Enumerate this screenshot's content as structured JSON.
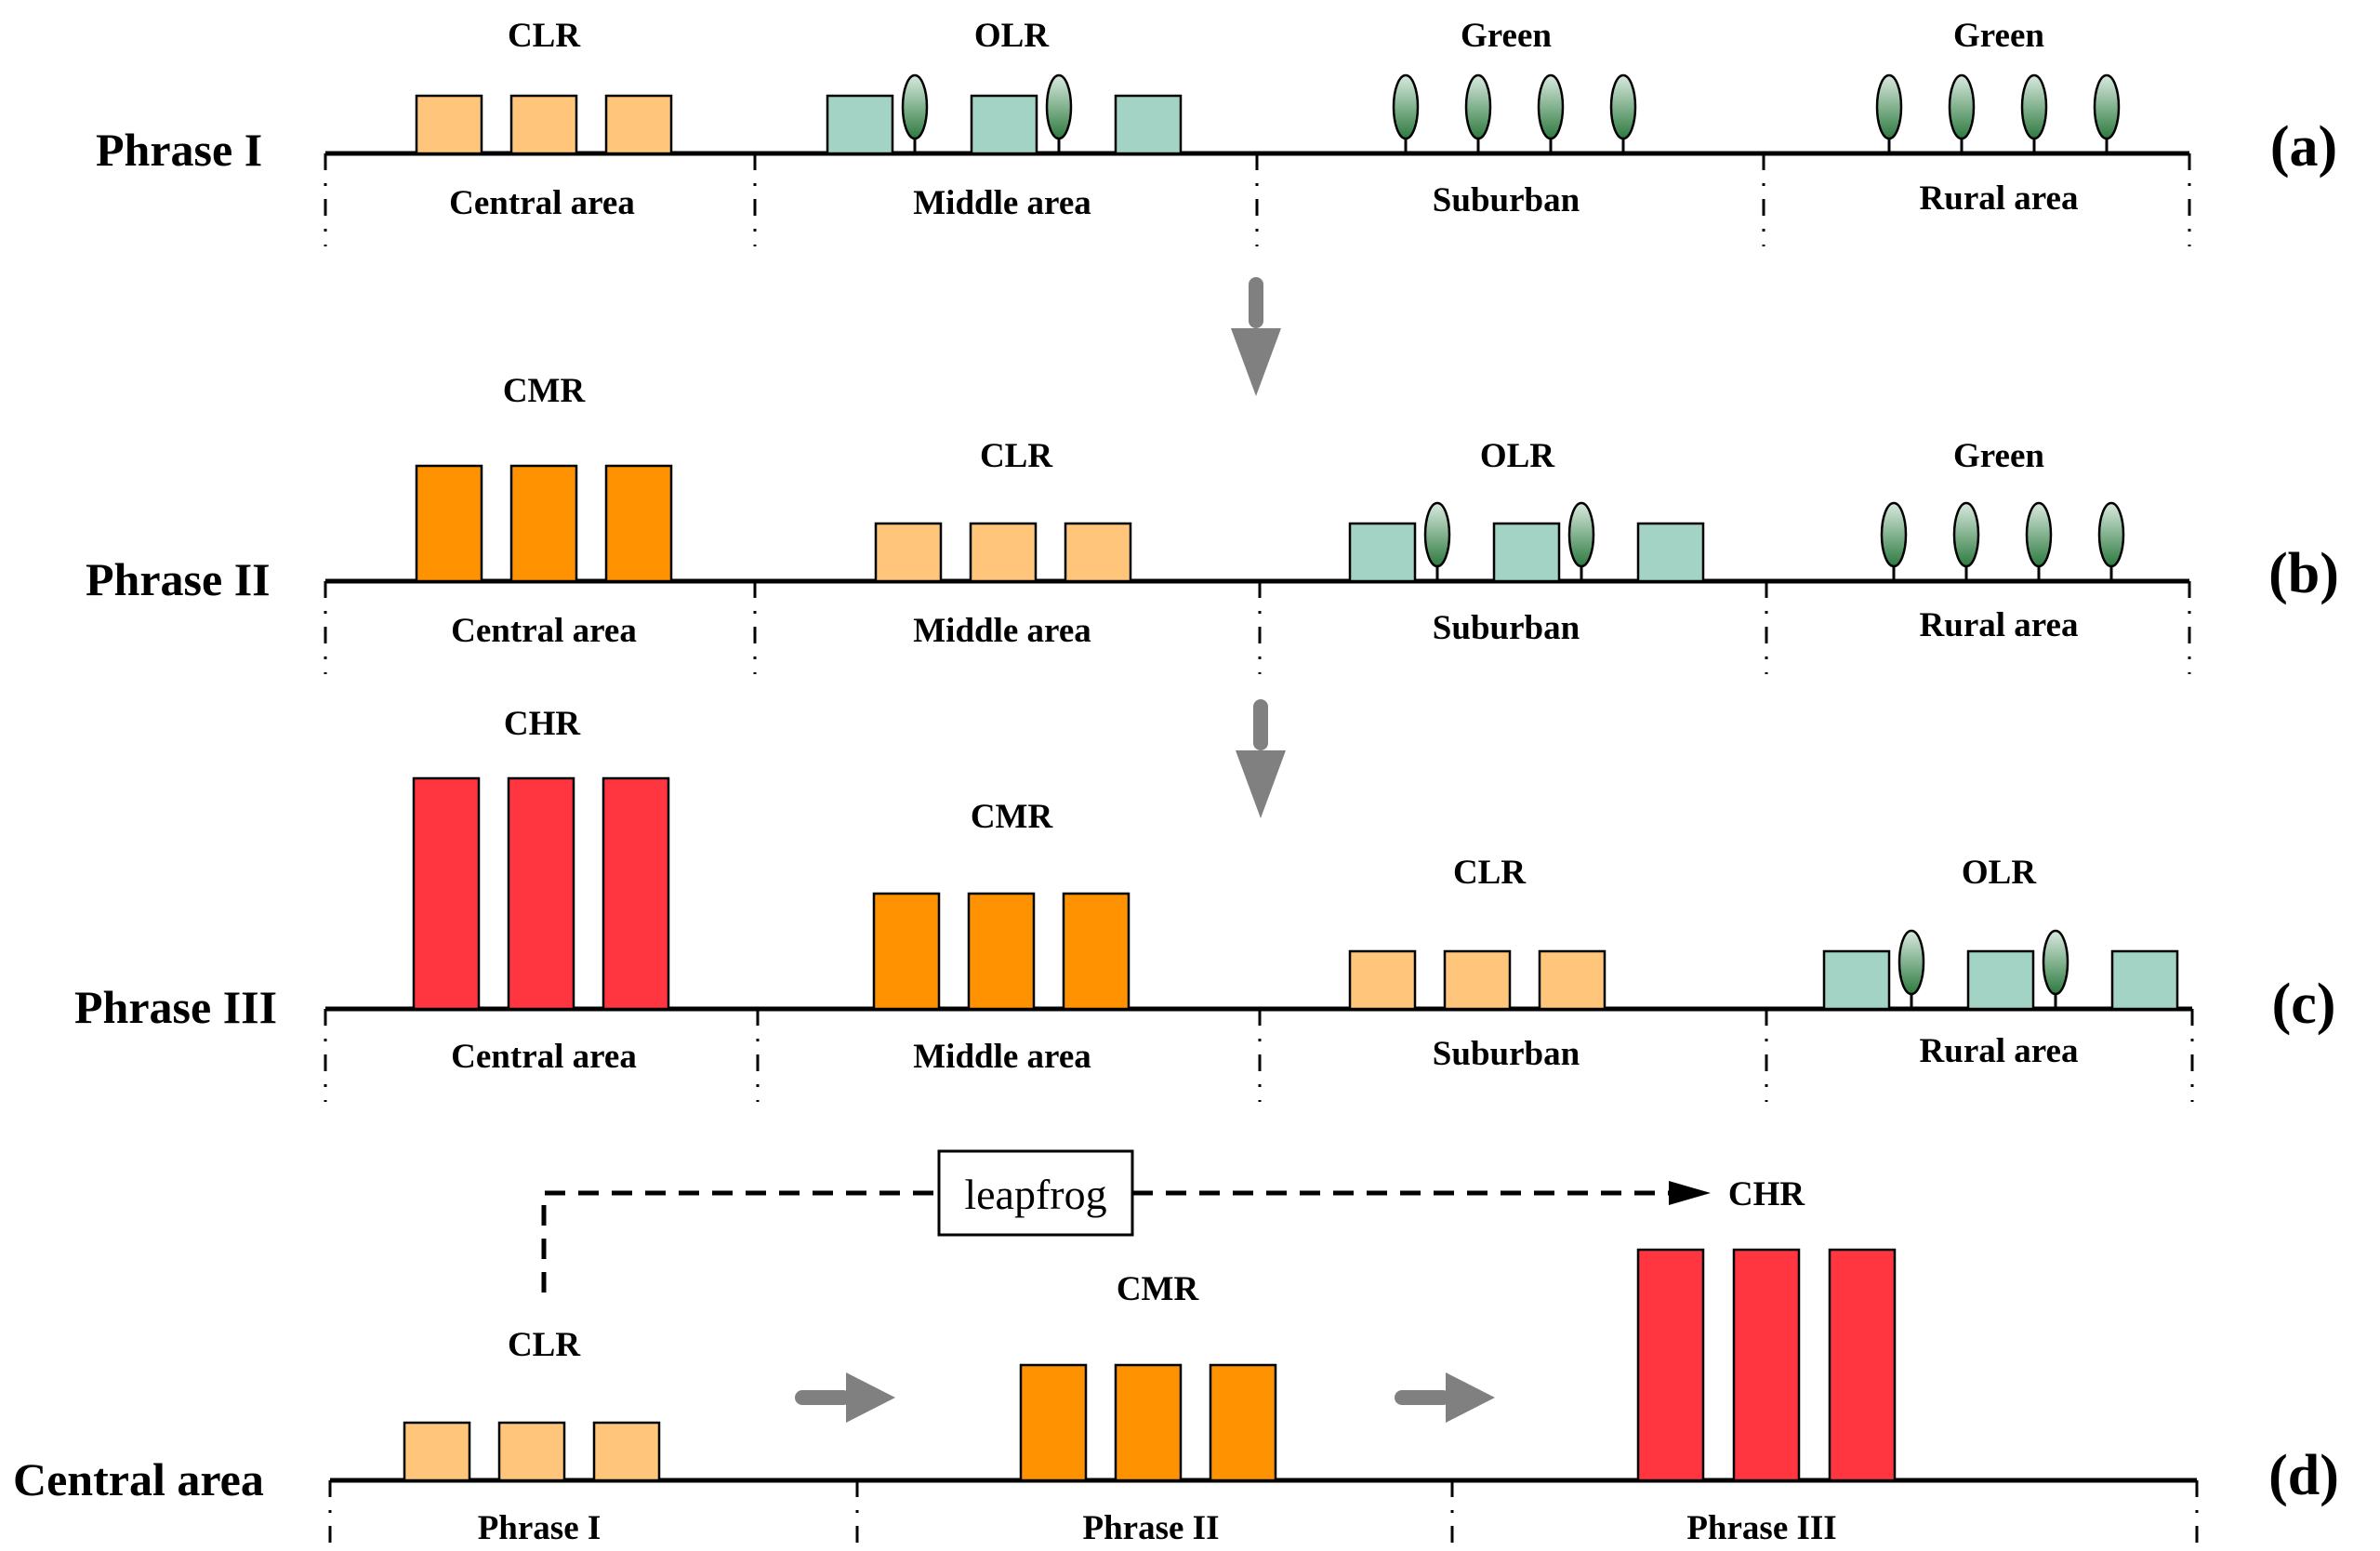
{
  "colors": {
    "CLR": "#FFC57A",
    "CMR": "#FF9200",
    "CHR": "#FF3540",
    "OLR": "#A3D3C5",
    "tree_light": "#D8EADF",
    "tree_dark": "#2E7A3F",
    "arrow": "#808080"
  },
  "rows": [
    {
      "id": "a",
      "label": "Phrase I",
      "panel": "(a)",
      "zones": [
        {
          "name": "Central area",
          "category": "CLR",
          "height_level": 1,
          "tree_count": 0
        },
        {
          "name": "Middle area",
          "category": "OLR",
          "height_level": 1,
          "tree_count": 2
        },
        {
          "name": "Suburban",
          "category": "Green",
          "height_level": 0,
          "tree_count": 4
        },
        {
          "name": "Rural area",
          "category": "Green",
          "height_level": 0,
          "tree_count": 4
        }
      ]
    },
    {
      "id": "b",
      "label": "Phrase II",
      "panel": "(b)",
      "zones": [
        {
          "name": "Central area",
          "category": "CMR",
          "height_level": 2,
          "tree_count": 0
        },
        {
          "name": "Middle area",
          "category": "CLR",
          "height_level": 1,
          "tree_count": 0
        },
        {
          "name": "Suburban",
          "category": "OLR",
          "height_level": 1,
          "tree_count": 2
        },
        {
          "name": "Rural area",
          "category": "Green",
          "height_level": 0,
          "tree_count": 4
        }
      ]
    },
    {
      "id": "c",
      "label": "Phrase III",
      "panel": "(c)",
      "zones": [
        {
          "name": "Central area",
          "category": "CHR",
          "height_level": 4,
          "tree_count": 0
        },
        {
          "name": "Middle area",
          "category": "CMR",
          "height_level": 2,
          "tree_count": 0
        },
        {
          "name": "Suburban",
          "category": "CLR",
          "height_level": 1,
          "tree_count": 0
        },
        {
          "name": "Rural area",
          "category": "OLR",
          "height_level": 1,
          "tree_count": 2
        }
      ]
    },
    {
      "id": "d",
      "label": "Central area",
      "panel": "(d)",
      "zones": [
        {
          "name": "Phrase I",
          "category": "CLR",
          "height_level": 1,
          "tree_count": 0
        },
        {
          "name": "Phrase II",
          "category": "CMR",
          "height_level": 2,
          "tree_count": 0
        },
        {
          "name": "Phrase III",
          "category": "CHR",
          "height_level": 4,
          "tree_count": 0
        }
      ]
    }
  ],
  "leapfrog": {
    "label": "leapfrog",
    "from": "CLR",
    "to": "CHR",
    "target_label": "CHR"
  }
}
